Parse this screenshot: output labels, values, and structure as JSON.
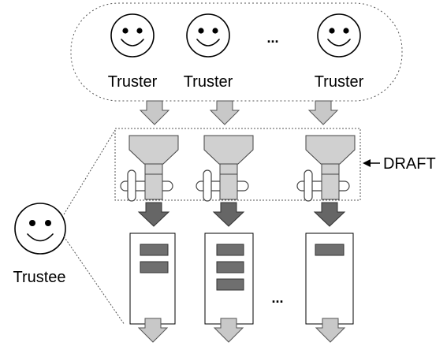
{
  "trusters": [
    {
      "label": "Truster"
    },
    {
      "label": "Truster"
    },
    {
      "label": "Truster"
    }
  ],
  "trusters_ellipsis": "...",
  "draft_label": "DRAFT",
  "trustee_label": "Trustee",
  "bins_ellipsis": "...",
  "bins": [
    {
      "bar_count": 2
    },
    {
      "bar_count": 3
    },
    {
      "bar_count": 1
    }
  ],
  "icons": {
    "face": "smiley-face-icon",
    "down_arrow": "down-arrow-icon",
    "grinder": "grinder-icon",
    "pointer": "left-arrow-icon"
  }
}
